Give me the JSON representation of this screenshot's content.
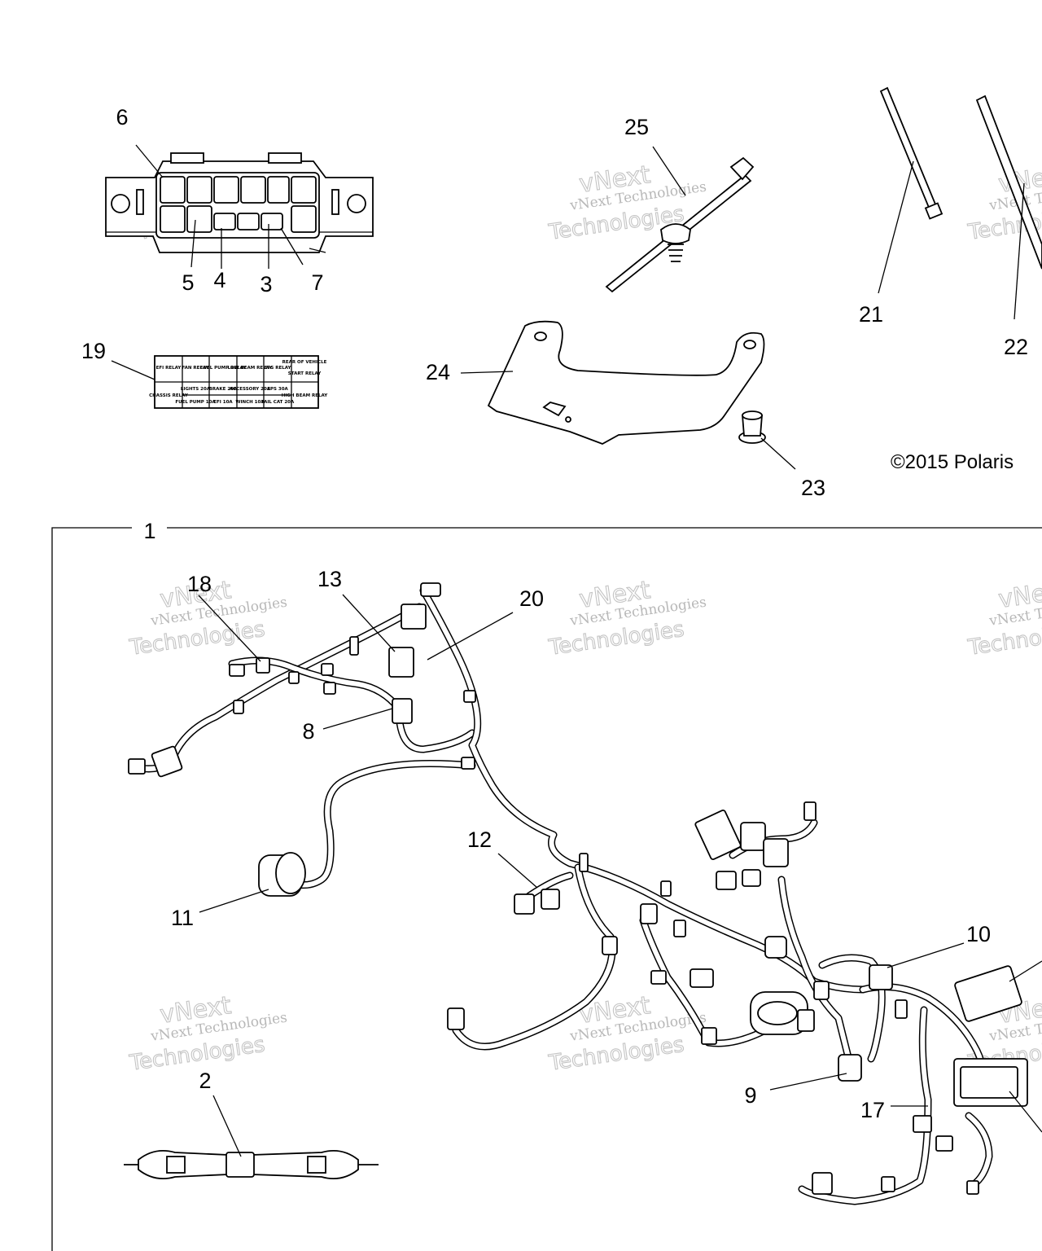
{
  "callouts": {
    "c1": "1",
    "c2": "2",
    "c3": "3",
    "c4": "4",
    "c5": "5",
    "c6": "6",
    "c7": "7",
    "c8": "8",
    "c9": "9",
    "c10": "10",
    "c11": "11",
    "c12": "12",
    "c13": "13",
    "c17": "17",
    "c18": "18",
    "c19": "19",
    "c20": "20",
    "c21": "21",
    "c22": "22",
    "c23": "23",
    "c24": "24",
    "c25": "25"
  },
  "copyright": "©2015 Polaris",
  "watermark": {
    "line1": "vNext Technologies",
    "line2": "vNext",
    "line3": "Technologies"
  },
  "relay_label": {
    "r1c1": "EFI RELAY",
    "r1c2": "FAN RELAY",
    "r1c3": "FUEL PUMP RELAY",
    "r1c4": "LOW BEAM RELAY",
    "r1c5": "EPS RELAY",
    "r1c6": "REAR OF VEHICLE",
    "r1c6b": "START RELAY",
    "r2c1": "CHASSIS RELAY",
    "r2c2": "LIGHTS 20A",
    "r2c3": "BRAKE 20A",
    "r2c4": "ACCESSORY 20A",
    "r2c5": "EPS 30A",
    "r2c6": "HIGH BEAM RELAY",
    "r3c2": "FUEL PUMP 10A",
    "r3c3": "EFI 10A",
    "r3c4": "WINCH 10A",
    "r3c5": "TAIL CAT 20A"
  }
}
